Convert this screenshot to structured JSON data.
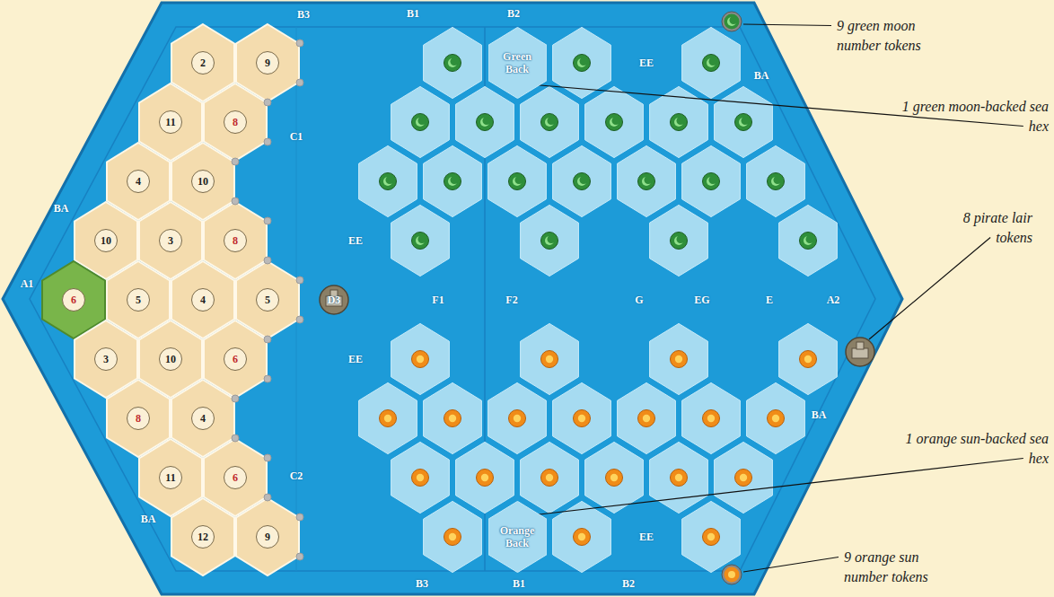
{
  "diagram": {
    "nodes": [
      {
        "text": [
          "2"
        ]
      },
      {
        "text": [
          "9"
        ]
      },
      {
        "text": [
          "Green Back"
        ]
      },
      {
        "text": [
          "11"
        ]
      },
      {
        "text": [
          "8"
        ]
      },
      {
        "text": [
          "4"
        ]
      },
      {
        "text": [
          "10"
        ]
      },
      {
        "text": [
          "10"
        ]
      },
      {
        "text": [
          "3"
        ]
      },
      {
        "text": [
          "8"
        ]
      },
      {
        "text": [
          "6"
        ]
      },
      {
        "text": [
          "5"
        ]
      },
      {
        "text": [
          "4"
        ]
      },
      {
        "text": [
          "5"
        ]
      },
      {
        "text": [
          "3"
        ]
      },
      {
        "text": [
          "10"
        ]
      },
      {
        "text": [
          "6"
        ]
      },
      {
        "text": [
          "8"
        ]
      },
      {
        "text": [
          "4"
        ]
      },
      {
        "text": [
          "11"
        ]
      },
      {
        "text": [
          "6"
        ]
      },
      {
        "text": [
          "12"
        ]
      },
      {
        "text": [
          "9"
        ]
      },
      {
        "text": [
          "Orange Back"
        ]
      }
    ],
    "labels": [
      "B3",
      "B1",
      "B2",
      "9 green moon number tokens",
      "EE",
      "BA",
      "1 green moon-backed sea hex",
      "C1",
      "BA",
      "8 pirate lair tokens",
      "EE",
      "A1",
      "D3",
      "F1",
      "F2",
      "G",
      "EG",
      "E",
      "A2",
      "EE",
      "BA",
      "1 orange sun-backed sea hex",
      "C2",
      "BA",
      "EE",
      "9 orange sun number tokens",
      "B3",
      "B1",
      "B2"
    ]
  }
}
